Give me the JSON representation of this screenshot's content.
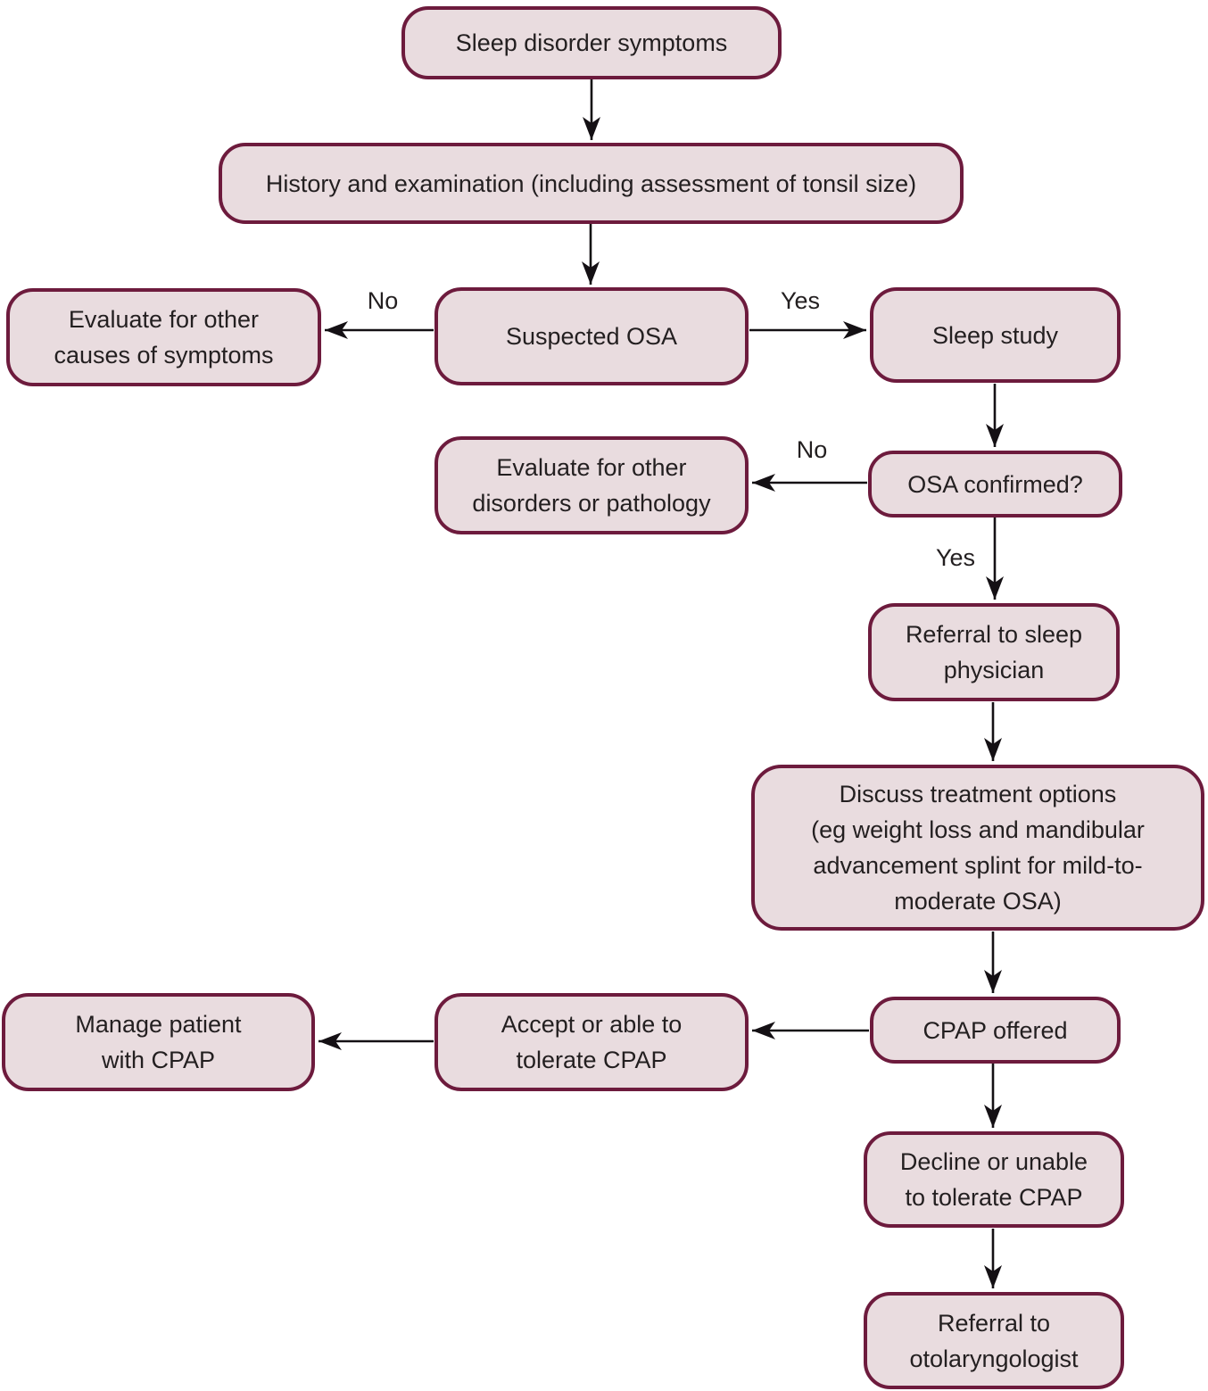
{
  "diagram": {
    "type": "flowchart",
    "topic": "Obstructive sleep apnoea (OSA) assessment and management pathway",
    "colors": {
      "node_fill": "#e9dcdf",
      "node_border": "#6d1b3d",
      "arrow": "#141014",
      "text": "#231f20",
      "background": "#ffffff"
    },
    "nodes": {
      "sleep_disorder_symptoms": {
        "label": "Sleep disorder symptoms"
      },
      "history_examination": {
        "label": "History and examination (including assessment of tonsil size)"
      },
      "evaluate_causes": {
        "label": "Evaluate for other\ncauses of symptoms"
      },
      "suspected_osa": {
        "label": "Suspected OSA"
      },
      "sleep_study": {
        "label": "Sleep study"
      },
      "evaluate_disorders": {
        "label": "Evaluate for other\ndisorders or pathology"
      },
      "osa_confirmed": {
        "label": "OSA confirmed?"
      },
      "referral_sleep_physician": {
        "label": "Referral to sleep\nphysician"
      },
      "discuss_treatment": {
        "label": "Discuss treatment options\n(eg weight loss and mandibular\nadvancement splint for mild-to-\nmoderate OSA)"
      },
      "manage_patient": {
        "label": "Manage patient\nwith CPAP"
      },
      "accept_tolerate": {
        "label": "Accept or able to\ntolerate CPAP"
      },
      "cpap_offered": {
        "label": "CPAP offered"
      },
      "decline_cpap": {
        "label": "Decline or unable\nto tolerate CPAP"
      },
      "referral_otolaryngologist": {
        "label": "Referral to\notolaryngologist"
      }
    },
    "edge_labels": {
      "suspected_no": "No",
      "suspected_yes": "Yes",
      "confirmed_no": "No",
      "confirmed_yes": "Yes"
    },
    "edges": [
      {
        "from": "sleep_disorder_symptoms",
        "to": "history_examination"
      },
      {
        "from": "history_examination",
        "to": "suspected_osa"
      },
      {
        "from": "suspected_osa",
        "to": "evaluate_causes",
        "label": "No"
      },
      {
        "from": "suspected_osa",
        "to": "sleep_study",
        "label": "Yes"
      },
      {
        "from": "sleep_study",
        "to": "osa_confirmed"
      },
      {
        "from": "osa_confirmed",
        "to": "evaluate_disorders",
        "label": "No"
      },
      {
        "from": "osa_confirmed",
        "to": "referral_sleep_physician",
        "label": "Yes"
      },
      {
        "from": "referral_sleep_physician",
        "to": "discuss_treatment"
      },
      {
        "from": "discuss_treatment",
        "to": "cpap_offered"
      },
      {
        "from": "cpap_offered",
        "to": "accept_tolerate"
      },
      {
        "from": "accept_tolerate",
        "to": "manage_patient"
      },
      {
        "from": "cpap_offered",
        "to": "decline_cpap"
      },
      {
        "from": "decline_cpap",
        "to": "referral_otolaryngologist"
      }
    ]
  }
}
